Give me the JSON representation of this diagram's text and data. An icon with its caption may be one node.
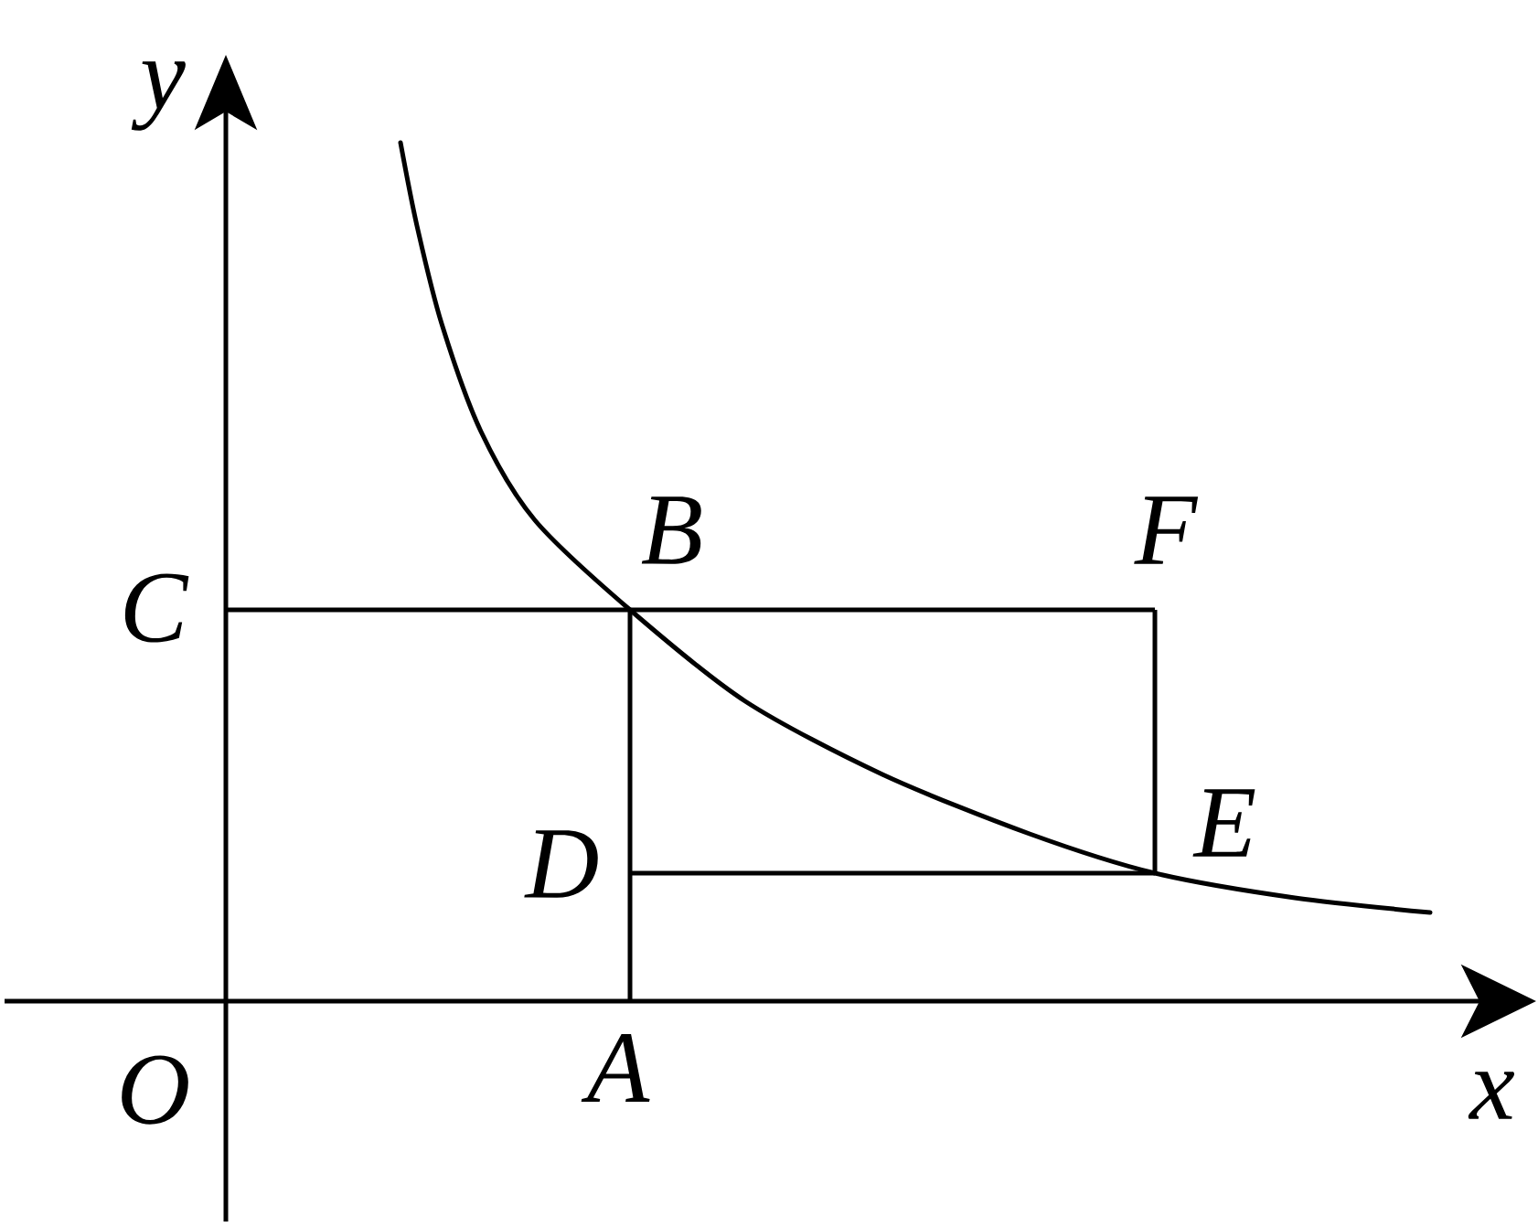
{
  "diagram": {
    "nodes": [
      {
        "text": [
          "B"
        ]
      },
      {
        "text": [
          "F"
        ]
      },
      {
        "text": [
          "C"
        ]
      },
      {
        "text": [
          "E"
        ]
      },
      {
        "text": [
          "D"
        ]
      },
      {
        "text": [
          "A"
        ]
      }
    ],
    "edges": [
      {
        "from": 2,
        "to": 0,
        "arrow": "none"
      },
      {
        "from": 0,
        "to": 1,
        "arrow": "none"
      },
      {
        "from": 1,
        "to": 3,
        "arrow": "none"
      },
      {
        "from": 4,
        "to": 3,
        "arrow": "none"
      },
      {
        "from": 0,
        "to": 4,
        "arrow": "none"
      },
      {
        "from": 4,
        "to": 5,
        "arrow": "none"
      }
    ],
    "labels": [
      "y",
      "O",
      "x"
    ]
  }
}
